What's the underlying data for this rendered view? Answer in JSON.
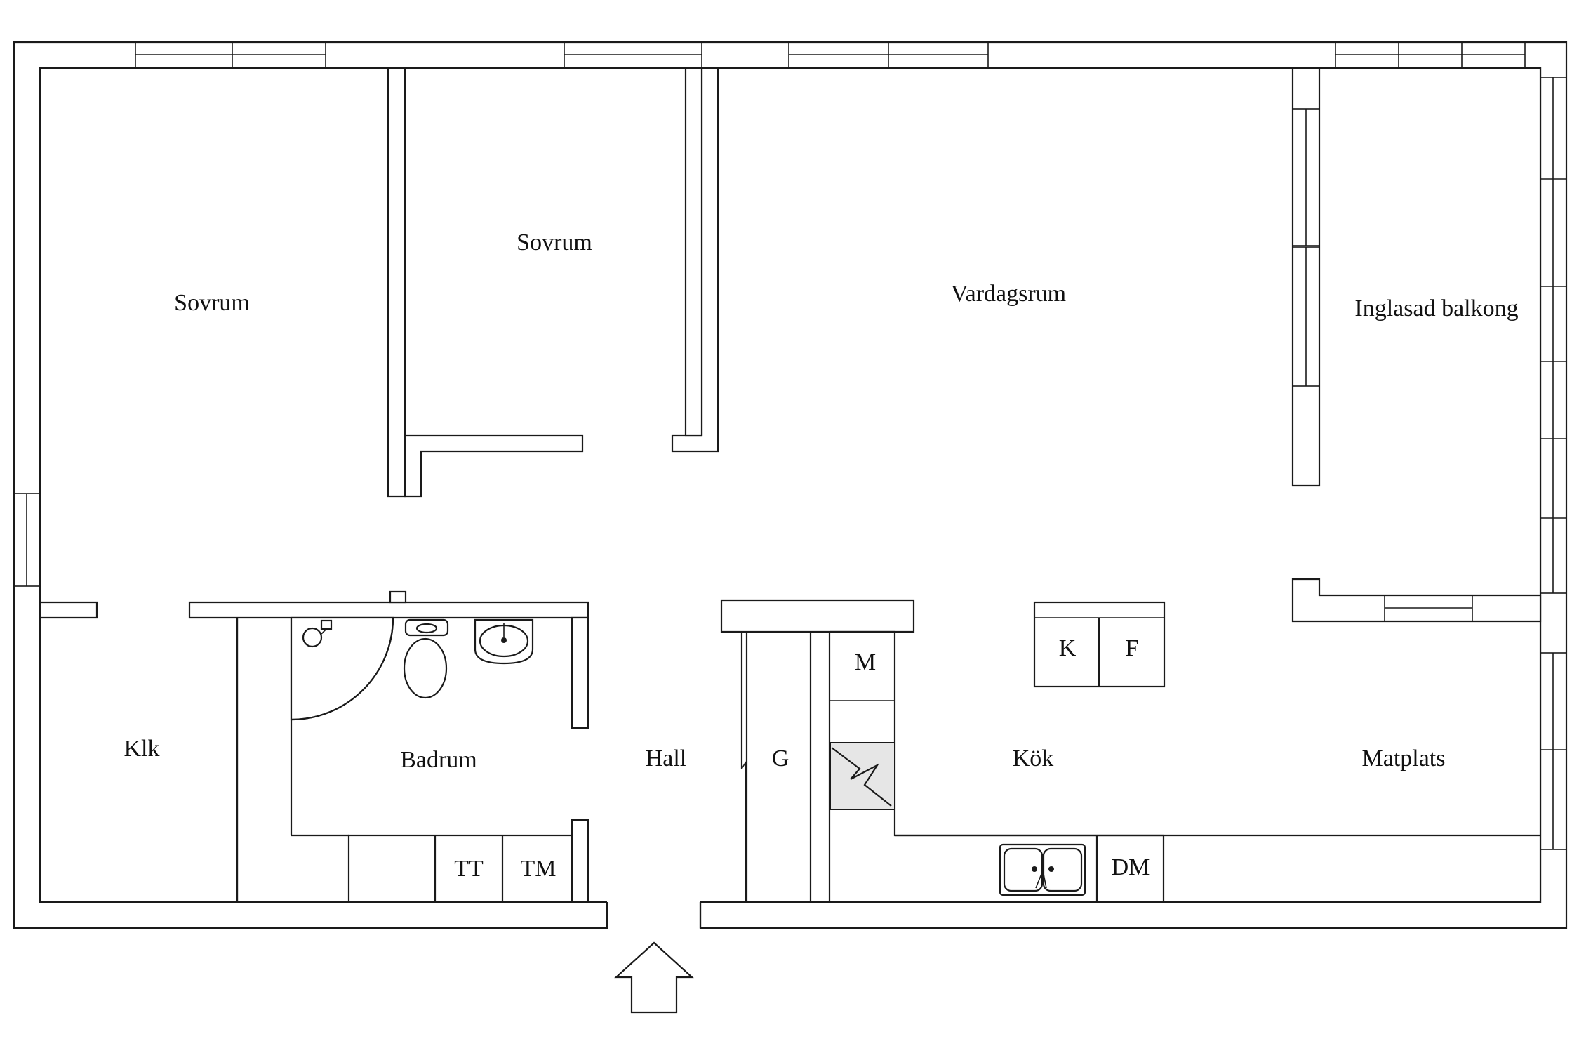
{
  "rooms": {
    "sovrum_1": "Sovrum",
    "sovrum_2": "Sovrum",
    "vardagsrum": "Vardagsrum",
    "balkong": "Inglasad balkong",
    "klk": "Klk",
    "badrum": "Badrum",
    "hall": "Hall",
    "garderob": "G",
    "kok": "Kök",
    "matplats": "Matplats"
  },
  "appliances": {
    "microwave": "M",
    "fridge": "K",
    "freezer": "F",
    "washer": "TM",
    "dryer": "TT",
    "dishwasher": "DM"
  },
  "icons": {
    "entrance": "entrance-arrow-icon",
    "stove": "stove-icon",
    "sink": "kitchen-sink-icon",
    "toilet": "toilet-icon",
    "basin": "wash-basin-icon",
    "shower": "shower-icon"
  }
}
